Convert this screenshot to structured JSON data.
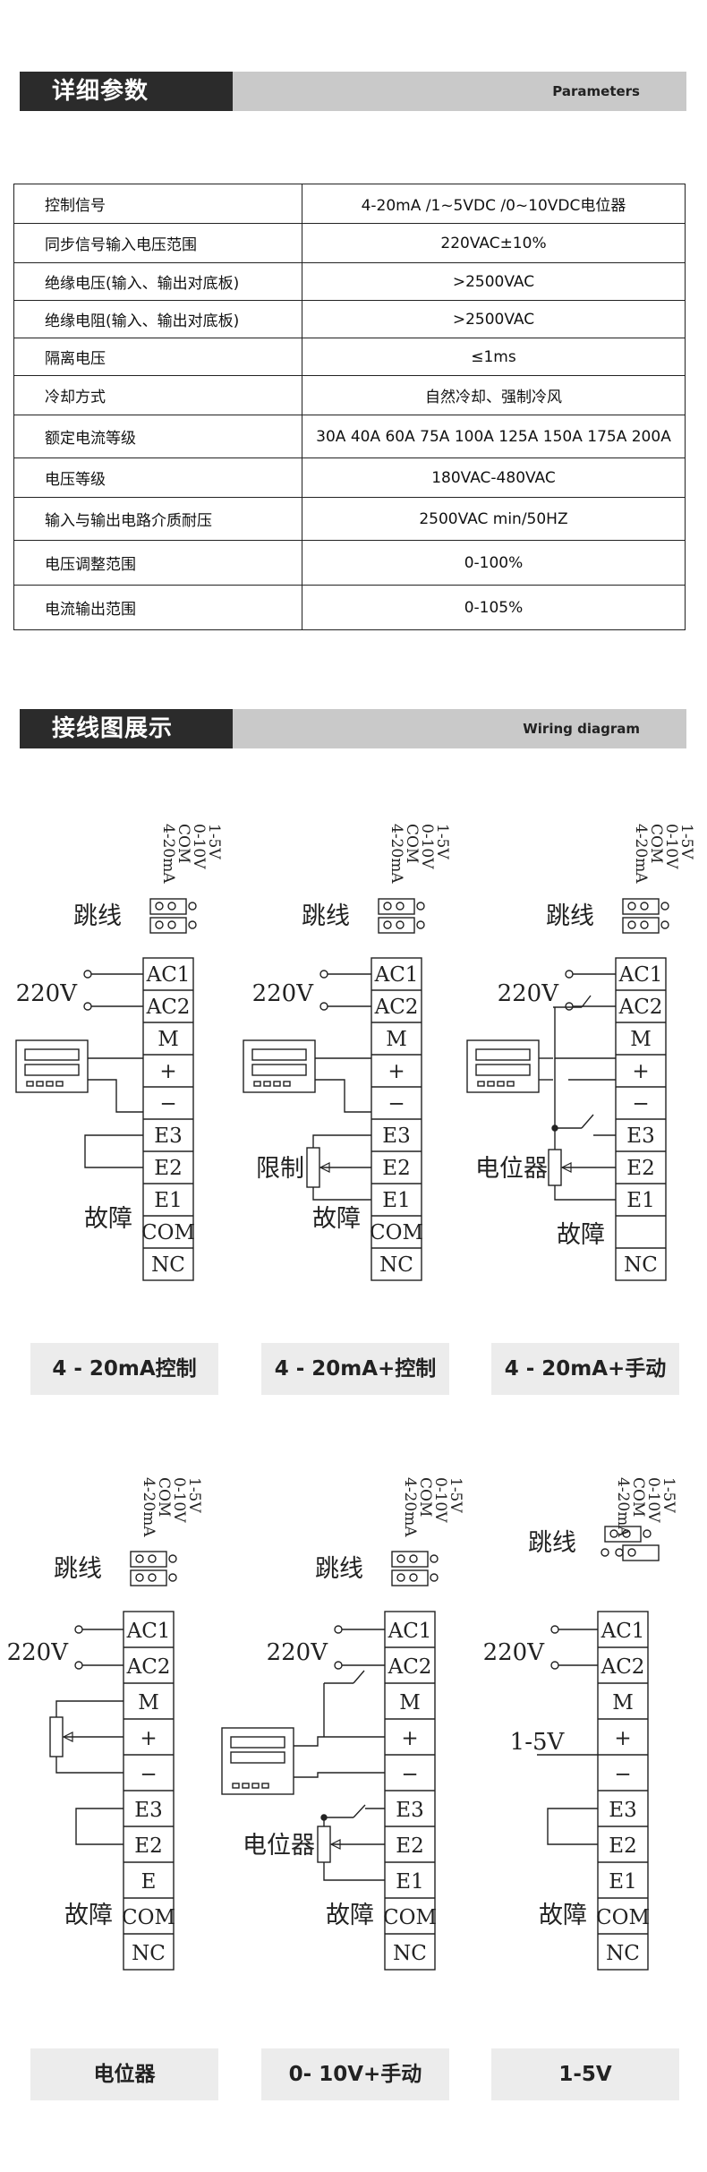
{
  "sections": {
    "params": {
      "title": "详细参数",
      "subtitle": "Parameters"
    },
    "wiring": {
      "title": "接线图展示",
      "subtitle": "Wiring diagram"
    }
  },
  "table": {
    "rows": [
      {
        "key": "控制信号",
        "value": "4-20mA /1~5VDC /0~10VDC电位器"
      },
      {
        "key": "同步信号输入电压范围",
        "value": "220VAC±10%"
      },
      {
        "key": "绝缘电压(输入、输出对底板)",
        "value": ">2500VAC"
      },
      {
        "key": "绝缘电阻(输入、输出对底板)",
        "value": ">2500VAC"
      },
      {
        "key": "隔离电压",
        "value": "≤1ms"
      },
      {
        "key": "冷却方式",
        "value": "自然冷却、强制冷风"
      },
      {
        "key": "额定电流等级",
        "value": "30A 40A 60A 75A 100A 125A 150A 175A 200A"
      },
      {
        "key": "电压等级",
        "value": "180VAC-480VAC"
      },
      {
        "key": "输入与输出电路介质耐压",
        "value": "2500VAC min/50HZ"
      },
      {
        "key": "电压调整范围",
        "value": "0-100%"
      },
      {
        "key": "电流输出范围",
        "value": "0-105%"
      }
    ]
  },
  "diagram_text": {
    "signals": [
      "1-5V",
      "0-10V",
      "COM",
      "4-20mA"
    ],
    "jumper": "跳线",
    "v220": "220V",
    "fault": "故障",
    "limit": "限制",
    "potentiometer": "电位器",
    "v15": "1-5V",
    "terminals": [
      "AC1",
      "AC2",
      "M",
      "+",
      "−",
      "E3",
      "E2",
      "E1",
      "COM",
      "NC"
    ],
    "term_e": "E"
  },
  "diagram_labels": [
    "4 - 20mA控制",
    "4 - 20mA+控制",
    "4 - 20mA+手动",
    "电位器",
    "0- 10V+手动",
    "1-5V"
  ]
}
